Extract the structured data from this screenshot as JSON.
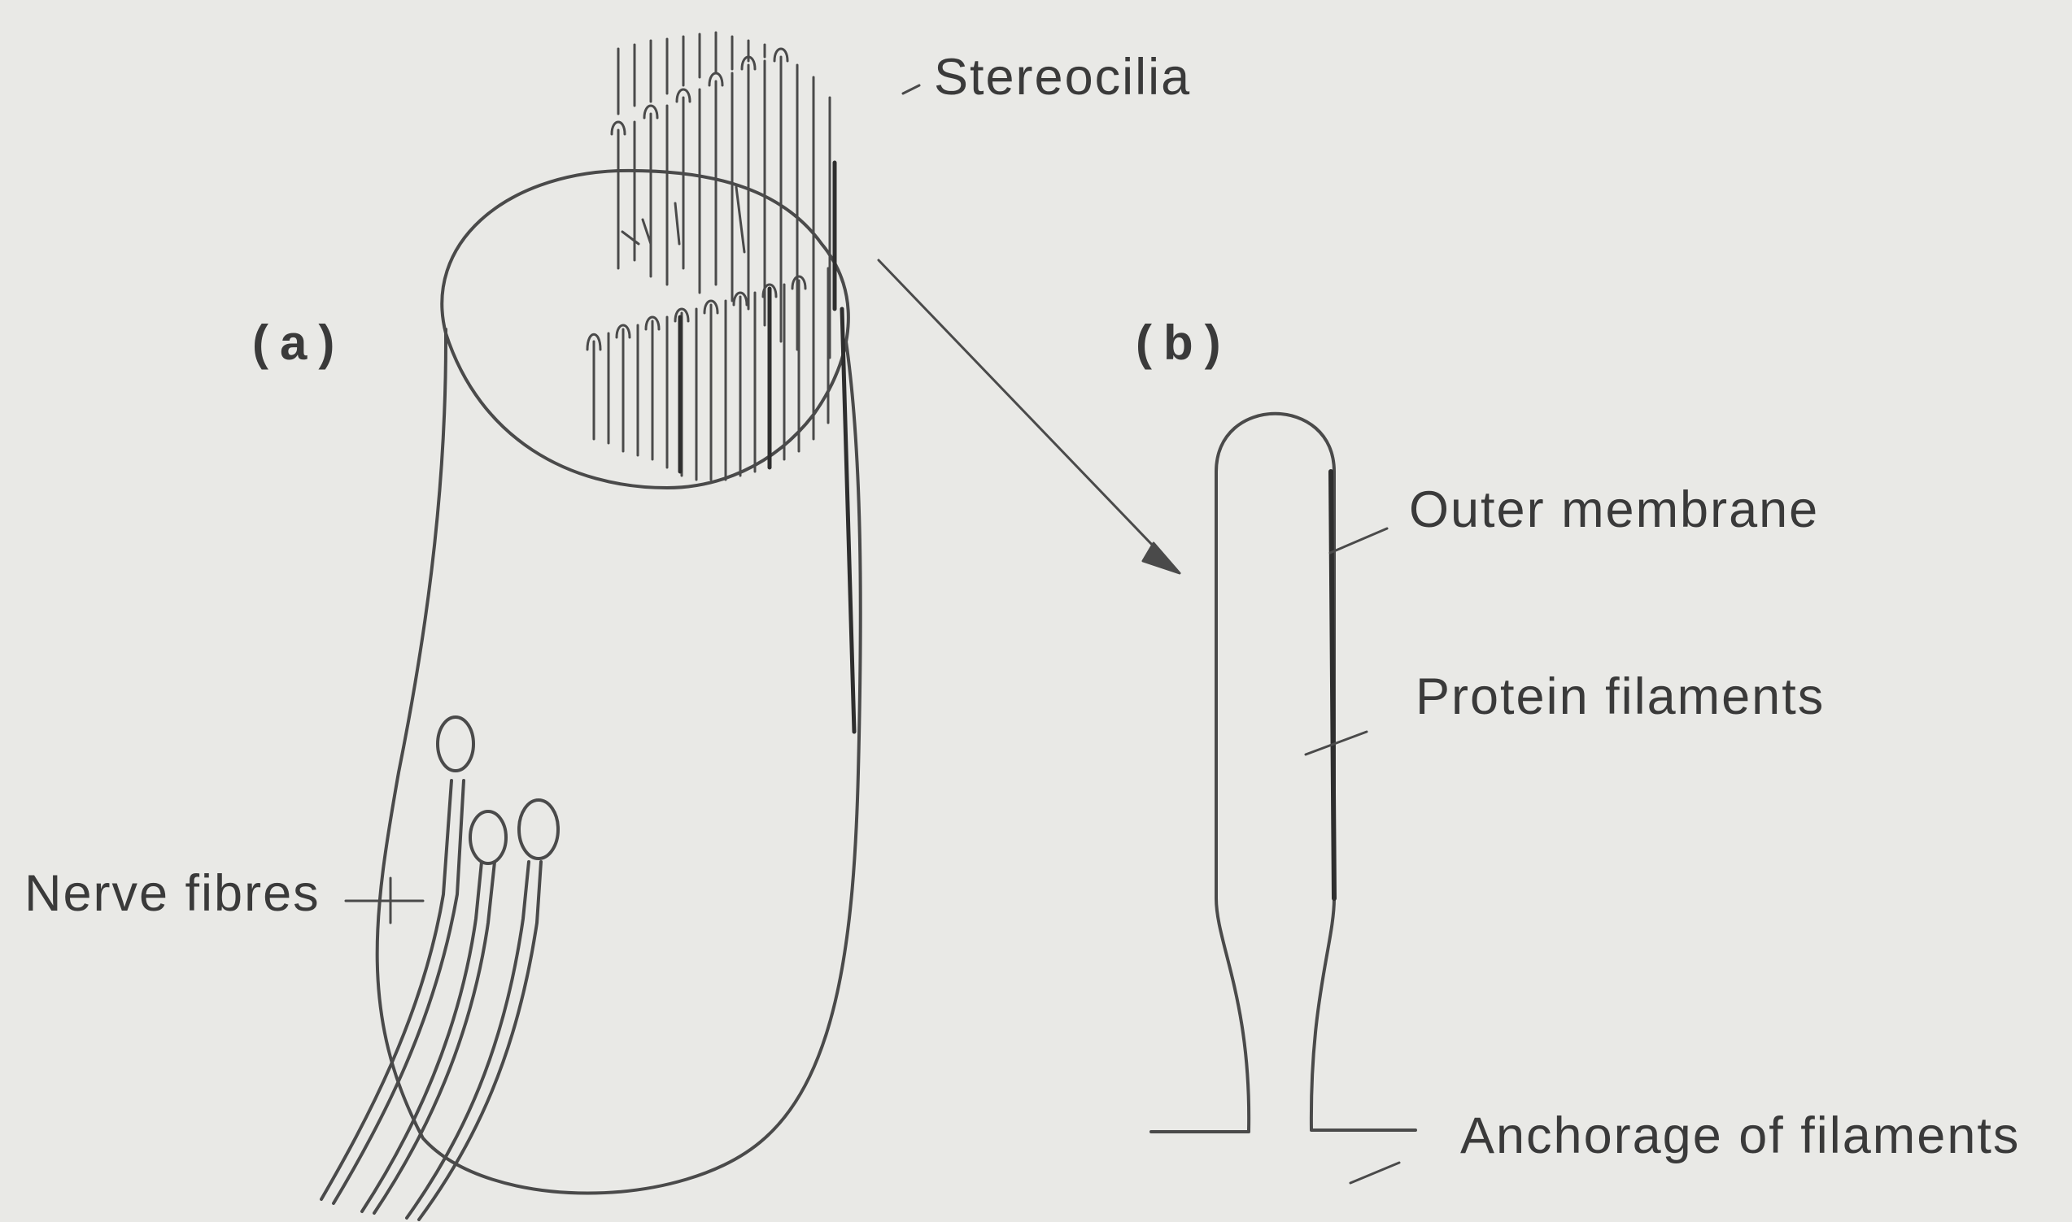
{
  "panels": {
    "a": "(a)",
    "b": "(b)"
  },
  "labels": {
    "stereocilia": "Stereocilia",
    "outer_membrane": "Outer membrane",
    "protein_filaments": "Protein filaments",
    "anchorage": "Anchorage of filaments",
    "nerve_fibres": "Nerve fibres"
  },
  "colors": {
    "ink": "#3a3a3a",
    "background": "#e9e9e6"
  }
}
